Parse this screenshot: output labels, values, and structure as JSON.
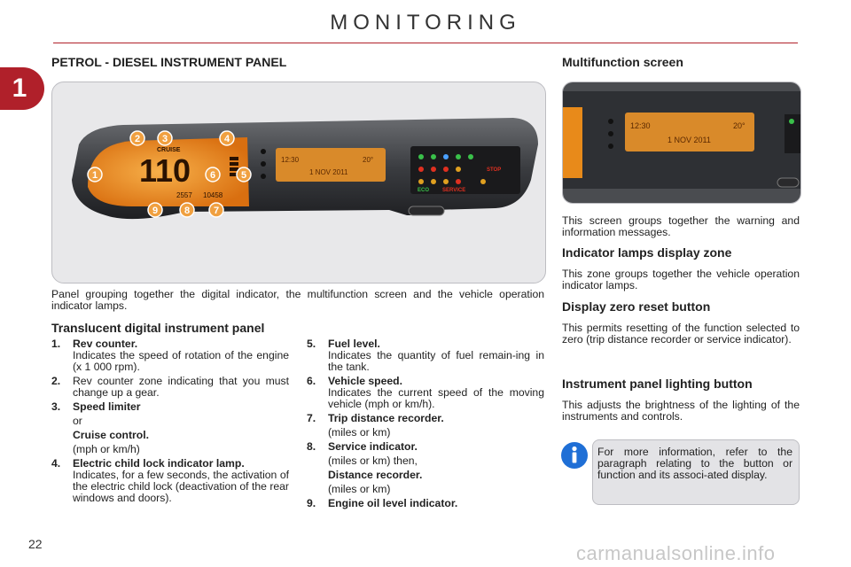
{
  "header": {
    "title": "MONITORING",
    "chapter": "1"
  },
  "left": {
    "heading": "PETROL - DIESEL INSTRUMENT PANEL",
    "caption": "Panel grouping together the digital indicator, the multifunction screen and the vehicle operation indicator lamps.",
    "sub_heading": "Translucent digital instrument panel",
    "figure": {
      "callouts": [
        "1",
        "2",
        "3",
        "4",
        "5",
        "6",
        "7",
        "8",
        "9"
      ],
      "speed": "110",
      "mfd_time": "12:30",
      "mfd_temp": "20°",
      "mfd_date": "1 NOV 2011",
      "odo_trip": "2557",
      "odo_total": "10458",
      "cruise_label": "CRUISE",
      "eco_label": "ECO",
      "service_label": "SERVICE",
      "stop_label": "STOP"
    },
    "col1": [
      {
        "num": "1.",
        "title": "Rev counter.",
        "body": "Indicates the speed of rotation of the engine (x 1 000 rpm)."
      },
      {
        "num": "2.",
        "title": "",
        "body": "Rev counter zone indicating that you must change up a gear."
      },
      {
        "num": "3.",
        "title": "Speed limiter",
        "body": "",
        "or": "or",
        "title2": "Cruise control.",
        "body2": "(mph or km/h)"
      },
      {
        "num": "4.",
        "title": "Electric child lock indicator lamp.",
        "body": "Indicates, for a few seconds, the activation of the electric child lock (deactivation of the rear windows and doors)."
      }
    ],
    "col2": [
      {
        "num": "5.",
        "title": "Fuel level.",
        "body": "Indicates the quantity of fuel remain-ing in the tank."
      },
      {
        "num": "6.",
        "title": "Vehicle speed.",
        "body": "Indicates the current speed of the moving vehicle (mph or km/h)."
      },
      {
        "num": "7.",
        "title": "Trip distance recorder.",
        "body": "(miles or km)"
      },
      {
        "num": "8.",
        "title": "Service indicator.",
        "body": "(miles or km) then,",
        "title2": "Distance recorder.",
        "body2": "(miles or km)"
      },
      {
        "num": "9.",
        "title": "Engine oil level indicator.",
        "body": ""
      }
    ]
  },
  "right": {
    "mfd_heading": "Multifunction screen",
    "mfd_text": "This screen groups together the warning and information messages.",
    "mfd_fig": {
      "time": "12:30",
      "temp": "20°",
      "date": "1 NOV 2011"
    },
    "lamps_heading": "Indicator lamps display zone",
    "lamps_text": "This zone groups together the vehicle operation indicator lamps.",
    "reset_heading": "Display zero reset button",
    "reset_text": "This permits resetting of the function selected to zero (trip distance recorder or service indicator).",
    "lighting_heading": "Instrument panel lighting button",
    "lighting_text": "This adjusts the brightness of the lighting of the instruments and controls.",
    "info_text": "For more information, refer to the paragraph relating to the button or function and its associ-ated display."
  },
  "footer": {
    "page": "22",
    "watermark": "carmanualsonline.info"
  },
  "colors": {
    "accent": "#b0202a",
    "display_orange": "#e88a1a",
    "callout_orange": "#f0a040"
  }
}
